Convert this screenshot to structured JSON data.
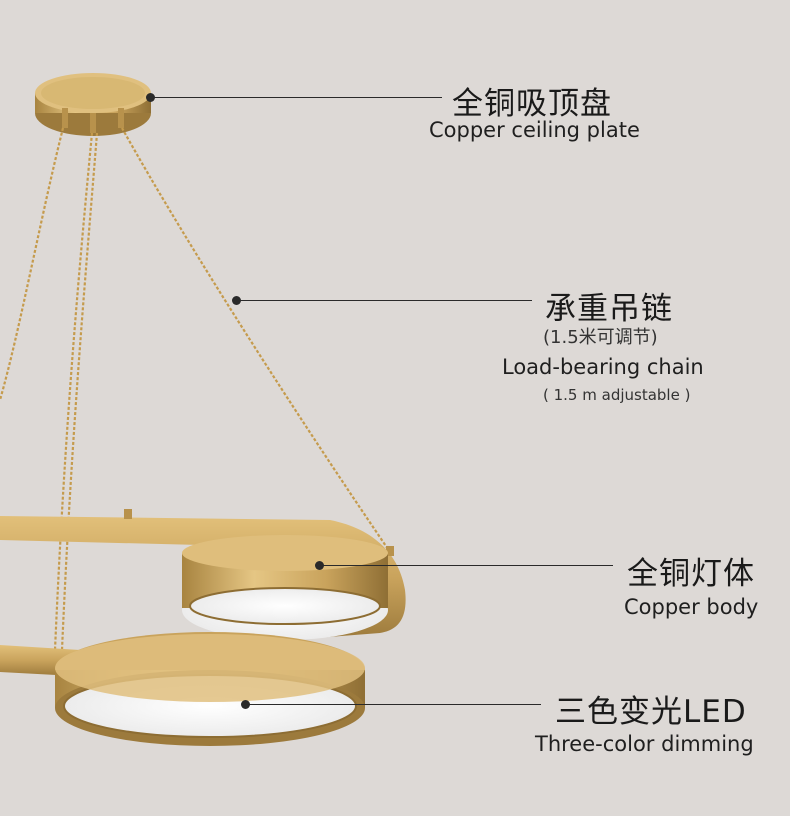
{
  "colors": {
    "background": "#ddd9d6",
    "brass": "#c9a35c",
    "brass_dark": "#9c7a3c",
    "diffuser": "#f4f4f4",
    "line": "#2a2a2a"
  },
  "callouts": {
    "ceiling_plate": {
      "zh": "全铜吸顶盘",
      "en": "Copper ceiling plate"
    },
    "chain": {
      "zh": "承重吊链",
      "zh_note": "(1.5米可调节)",
      "en": "Load-bearing chain",
      "en_note": "( 1.5 m adjustable )"
    },
    "body": {
      "zh": "全铜灯体",
      "en": "Copper body"
    },
    "led": {
      "zh": "三色变光LED",
      "en": "Three-color dimming"
    }
  }
}
